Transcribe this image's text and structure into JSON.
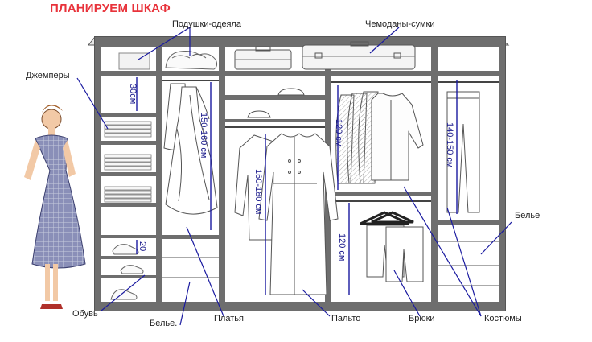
{
  "title": "ПЛАНИРУЕМ ШКАФ",
  "labels": {
    "pillows": "Подушки-одеяла",
    "suitcases": "Чемоданы-сумки",
    "sweaters": "Джемперы",
    "shoes": "Обувь",
    "linen_bottom": "Белье.",
    "dresses": "Платья",
    "coat": "Пальто",
    "trousers": "Брюки",
    "suits": "Костюмы",
    "linen_right": "Белье"
  },
  "measurements": {
    "shelf_height": "30см",
    "shoe_height": "20",
    "dress_height": "150-160 см",
    "coat_height": "160-180 см",
    "jacket_height": "120 см",
    "trouser_height": "120 см",
    "long_trouser_height": "140-150 см"
  },
  "colors": {
    "title": "#e8333b",
    "pointer": "#1a1aa0",
    "frame": "#555555",
    "background": "#ffffff"
  }
}
